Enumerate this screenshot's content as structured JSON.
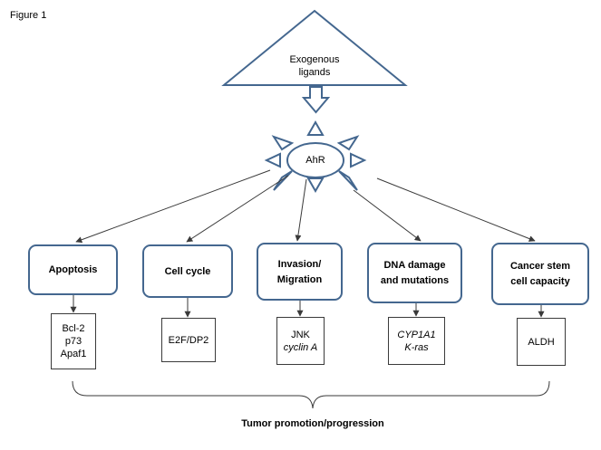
{
  "figure_label": "Figure 1",
  "ligands": {
    "line1": "Exogenous",
    "line2": "ligands"
  },
  "receptor": "AhR",
  "categories": [
    {
      "line1": "Apoptosis",
      "line2": ""
    },
    {
      "line1": "Cell cycle",
      "line2": ""
    },
    {
      "line1": "Invasion/",
      "line2": "Migration"
    },
    {
      "line1": "DNA damage",
      "line2": "and mutations"
    },
    {
      "line1": "Cancer stem",
      "line2": "cell capacity"
    }
  ],
  "targets": [
    {
      "lines": [
        "Bcl-2",
        "p73",
        "Apaf1"
      ],
      "italic": [
        false,
        false,
        false
      ]
    },
    {
      "lines": [
        "E2F/DP2"
      ],
      "italic": [
        false
      ]
    },
    {
      "lines": [
        "JNK",
        "cyclin A"
      ],
      "italic": [
        false,
        true
      ]
    },
    {
      "lines": [
        "CYP1A1",
        "K-ras"
      ],
      "italic": [
        true,
        true
      ]
    },
    {
      "lines": [
        "ALDH"
      ],
      "italic": [
        false
      ]
    }
  ],
  "outcome": "Tumor promotion/progression",
  "colors": {
    "outline": "#44678f",
    "arrow": "#3a3a3a",
    "text": "#000000"
  }
}
